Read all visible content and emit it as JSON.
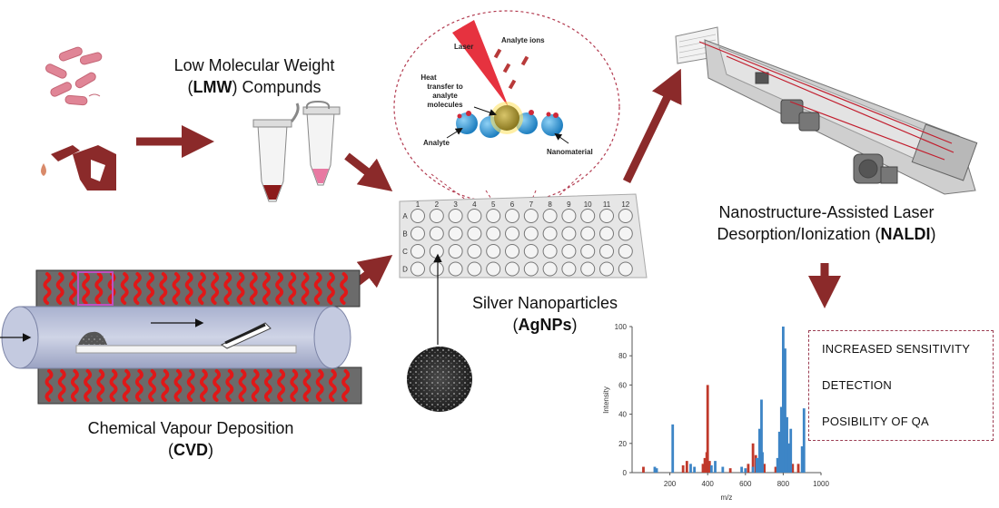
{
  "labels": {
    "lmw_line1": "Low Molecular Weight",
    "lmw_open": "(",
    "lmw_abbr": "LMW",
    "lmw_line2_rest": ") Compunds",
    "naldi_line1": "Nanostructure-Assisted Laser",
    "naldi_line2_pre": "Desorption/Ionization (",
    "naldi_abbr": "NALDI",
    "naldi_close": ")",
    "agnp_line1": "Silver Nanoparticles",
    "agnp_open": "(",
    "agnp_abbr": "AgNPs",
    "agnp_close": ")",
    "cvd_line1": "Chemical Vapour Deposition",
    "cvd_open": "(",
    "cvd_abbr": "CVD",
    "cvd_close": ")"
  },
  "inset": {
    "laser": "Laser",
    "analyte_ions": "Analyte ions",
    "heat_1": "Heat",
    "heat_2": "transfer to",
    "heat_3": "analyte",
    "heat_4": "molecules",
    "analyte": "Analyte",
    "nanomaterial": "Nanomaterial"
  },
  "plate": {
    "columns": [
      "1",
      "2",
      "3",
      "4",
      "5",
      "6",
      "7",
      "8",
      "9",
      "10",
      "11",
      "12"
    ],
    "rows": [
      "A",
      "B",
      "C",
      "D"
    ]
  },
  "benefits": [
    "INCREASED SENSITIVITY",
    "DETECTION",
    "POSIBILITY OF QA"
  ],
  "chart_data": {
    "type": "bar",
    "xlabel": "m/z",
    "ylabel": "Intensity",
    "xlim": [
      0,
      1000
    ],
    "ylim": [
      0,
      100
    ],
    "xticks": [
      "200",
      "400",
      "600",
      "800",
      "1000"
    ],
    "yticks": [
      "0",
      "20",
      "40",
      "60",
      "80",
      "100"
    ],
    "series": [
      {
        "color": "#c0392b",
        "x": [
          60,
          270,
          290,
          375,
          385,
          395,
          400,
          410,
          520,
          615,
          640,
          655,
          700,
          760,
          780,
          800,
          850,
          880
        ],
        "values": [
          4,
          5,
          8,
          6,
          10,
          14,
          60,
          8,
          3,
          6,
          20,
          12,
          6,
          4,
          8,
          10,
          6,
          6
        ]
      },
      {
        "color": "#3d85c6",
        "x": [
          120,
          130,
          215,
          310,
          330,
          420,
          440,
          480,
          580,
          600,
          640,
          660,
          670,
          675,
          685,
          690,
          770,
          780,
          790,
          800,
          810,
          820,
          830,
          840,
          900,
          910
        ],
        "values": [
          4,
          3,
          33,
          6,
          4,
          5,
          8,
          4,
          4,
          3,
          4,
          10,
          10,
          30,
          50,
          14,
          10,
          28,
          45,
          100,
          85,
          38,
          20,
          30,
          18,
          44
        ]
      }
    ]
  },
  "colors": {
    "arrow": "#8b2a2a",
    "red_wave": "#e01818",
    "tube": "#c7ccdf"
  }
}
